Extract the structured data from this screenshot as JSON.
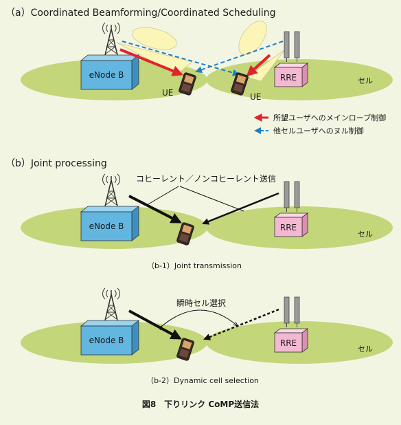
{
  "figure": {
    "caption": "図8　下りリンク CoMP送信法",
    "colors": {
      "background": "#f3f5e3",
      "cell": "#c3d67a",
      "enodeb": "#62b6e0",
      "rre": "#f5b8d3",
      "beam": "#fbf6b8",
      "red_arrow": "#e0242c",
      "blue_arrow": "#1b7fc4"
    }
  },
  "panel_a": {
    "title": "（a）Coordinated Beamforming/Coordinated Scheduling",
    "enodeb_label": "eNode B",
    "rre_label": "RRE",
    "ue_left": "UE",
    "ue_right": "UE",
    "cell_label": "セル",
    "legend": [
      {
        "label": "所望ユーザへのメインローブ制御",
        "color": "#e0242c",
        "icon": "red-arrow-icon"
      },
      {
        "label": "他セルユーザへのヌル制御",
        "color": "#1b7fc4",
        "icon": "blue-dashed-arrow-icon"
      }
    ]
  },
  "panel_b": {
    "title": "（b）Joint processing",
    "b1": {
      "annotation": "コヒーレント／ノンコヒーレント送信",
      "enodeb_label": "eNode B",
      "rre_label": "RRE",
      "cell_label": "セル",
      "caption": "（b-1）Joint transmission"
    },
    "b2": {
      "annotation": "瞬時セル選択",
      "enodeb_label": "eNode B",
      "rre_label": "RRE",
      "cell_label": "セル",
      "caption": "（b-2）Dynamic cell selection"
    }
  }
}
